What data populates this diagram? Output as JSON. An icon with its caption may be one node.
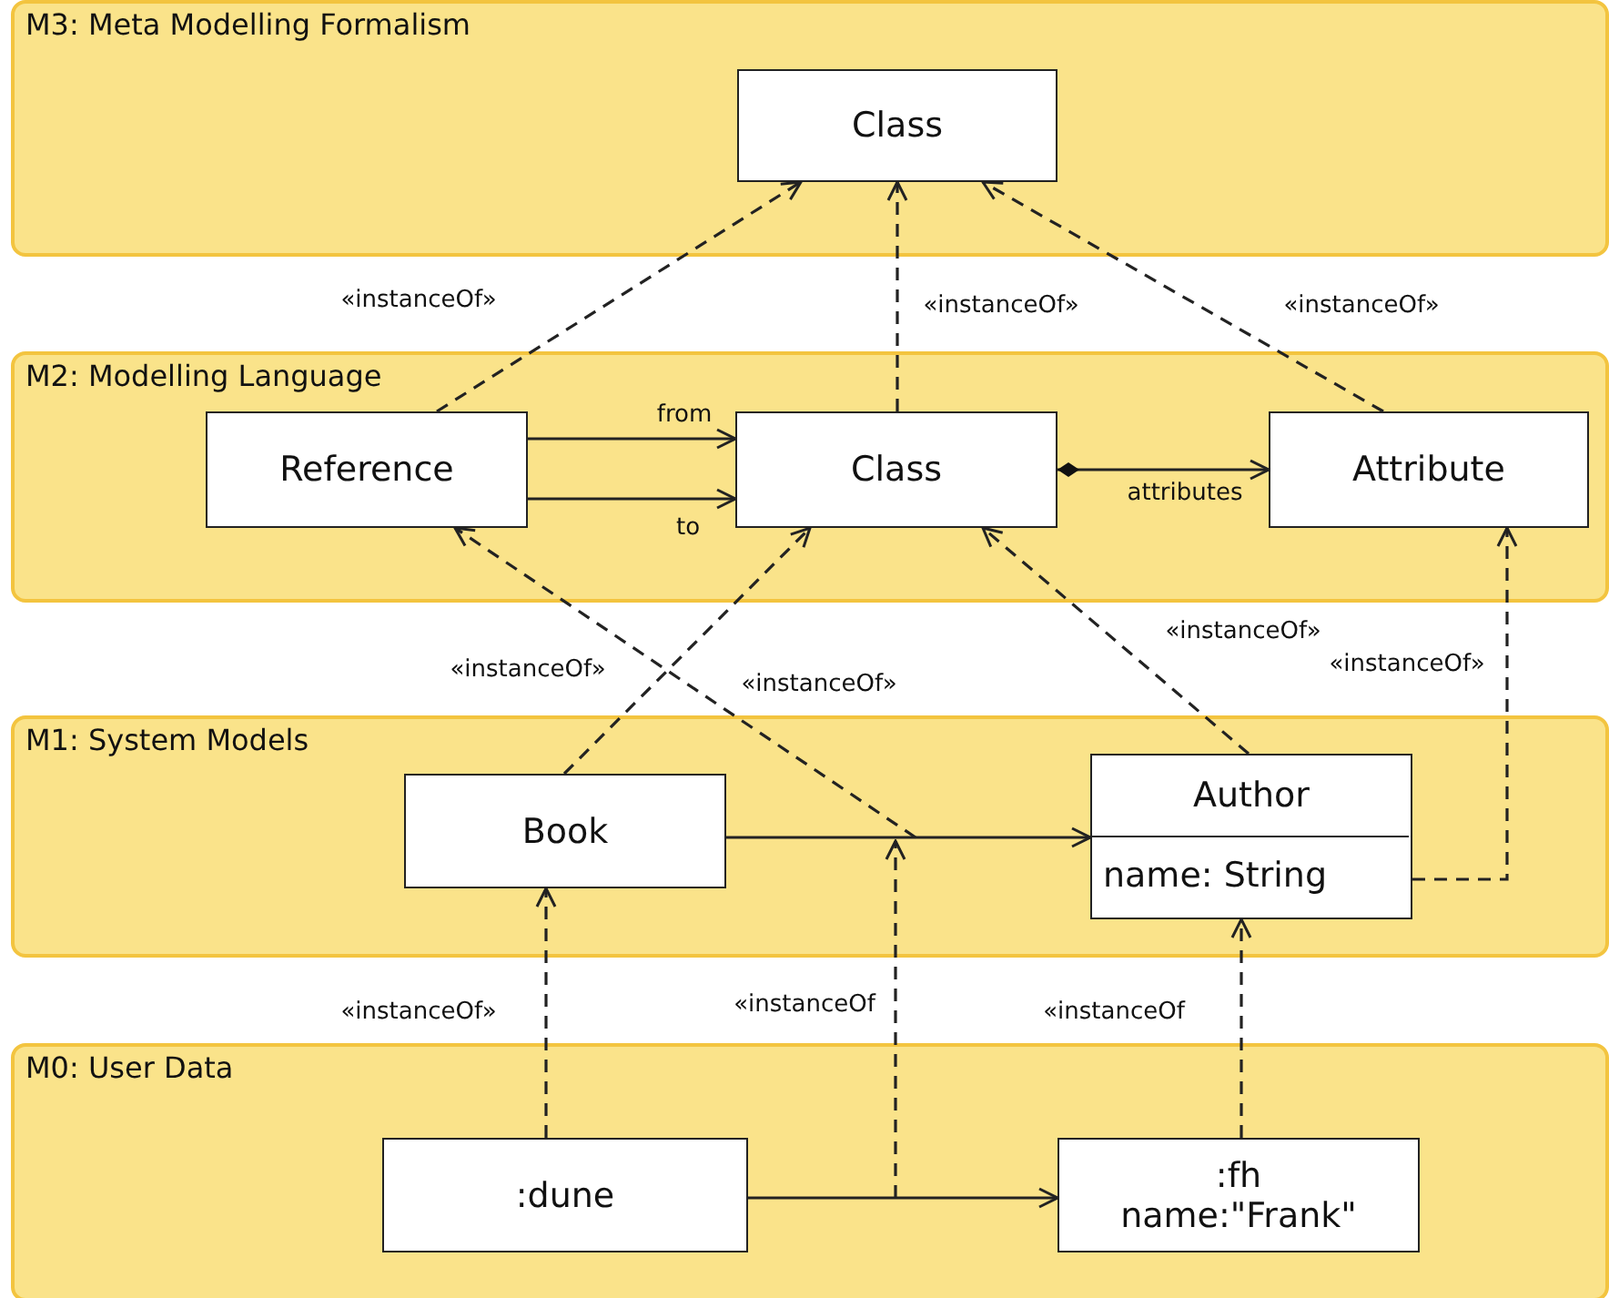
{
  "diagram": {
    "nodes": [
      {
        "text": [
          "M3: Meta Modelling Formalism"
        ]
      },
      {
        "text": [
          "Class"
        ],
        "in": 0
      },
      {
        "text": [
          "M2: Modelling Language"
        ]
      },
      {
        "text": [
          "Reference"
        ],
        "in": 2
      },
      {
        "text": [
          "Class"
        ],
        "in": 2
      },
      {
        "text": [
          "Attribute"
        ],
        "in": 2
      },
      {
        "text": [
          "M1: System Models"
        ]
      },
      {
        "text": [
          "Book"
        ],
        "in": 6
      },
      {
        "text": [
          "Author"
        ],
        "in": 6
      },
      {
        "text": [
          "name: String"
        ],
        "in": 8
      },
      {
        "text": [
          "M0: User Data"
        ]
      },
      {
        "text": [
          ":dune"
        ],
        "in": 10
      },
      {
        "text": [
          ":fh",
          "name:\"Frank\""
        ],
        "in": 10
      }
    ],
    "edges": [
      {
        "from": 3,
        "to": 1,
        "arrow": "to",
        "style": "dashed",
        "label": "«instanceOf»"
      },
      {
        "from": 4,
        "to": 1,
        "arrow": "to",
        "style": "dashed",
        "label": "«instanceOf»"
      },
      {
        "from": 5,
        "to": 1,
        "arrow": "to",
        "style": "dashed",
        "label": "«instanceOf»"
      },
      {
        "from": 3,
        "to": 4,
        "arrow": "to",
        "label": "from"
      },
      {
        "from": 3,
        "to": 4,
        "arrow": "to",
        "label": "to"
      },
      {
        "from": 4,
        "to": 5,
        "arrow": "to",
        "label": "attributes"
      },
      {
        "from": 7,
        "to": 4,
        "arrow": "to",
        "style": "dashed",
        "label": "«instanceOf»"
      },
      {
        "from": null,
        "to": 3,
        "arrow": "to",
        "style": "dashed",
        "label": "«instanceOf»"
      },
      {
        "from": 8,
        "to": 4,
        "arrow": "to",
        "style": "dashed",
        "label": "«instanceOf»"
      },
      {
        "from": 9,
        "to": 5,
        "arrow": "to",
        "style": "dashed",
        "label": "«instanceOf»"
      },
      {
        "from": 7,
        "to": 8,
        "arrow": "to"
      },
      {
        "from": 11,
        "to": 7,
        "arrow": "to",
        "style": "dashed",
        "label": "«instanceOf»"
      },
      {
        "from": 12,
        "to": 8,
        "arrow": "to",
        "style": "dashed",
        "label": "«instanceOf"
      },
      {
        "from": 11,
        "to": 12,
        "arrow": "to"
      }
    ],
    "labels": [
      "«instanceOf"
    ]
  }
}
